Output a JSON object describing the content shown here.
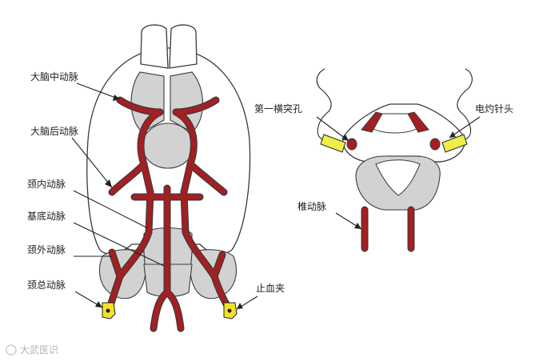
{
  "labels": {
    "mca": "大脑中动脉",
    "pca": "大脑后动脉",
    "ica": "颈内动脉",
    "basilar": "基底动脉",
    "eca": "颈外动脉",
    "cca": "颈总动脉",
    "foramen": "第一横突孔",
    "needle": "电灼针头",
    "vertebral": "椎动脉",
    "clamp": "止血夹"
  },
  "watermark": "大武医识",
  "colors": {
    "artery": "#a31f22",
    "tissue": "#d2d2d2",
    "needle": "#f0ec4a",
    "clamp": "#f2e02a"
  }
}
